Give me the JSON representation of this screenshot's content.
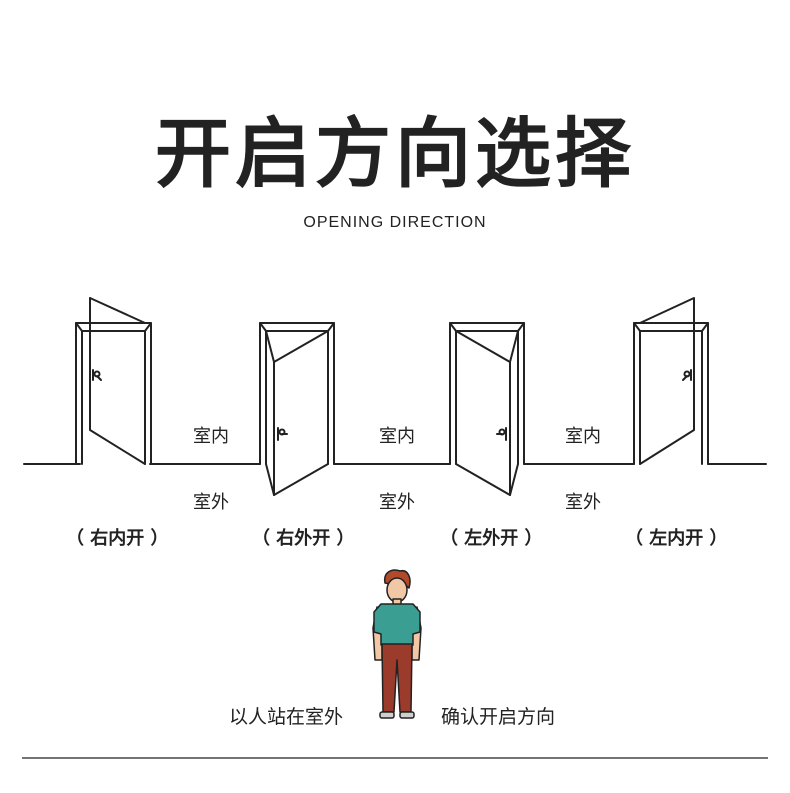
{
  "title": "开启方向选择",
  "subtitle": "OPENING DIRECTION",
  "rooms": {
    "indoor": "室内",
    "outdoor": "室外"
  },
  "doors": [
    {
      "label": "（ 右内开 ）"
    },
    {
      "label": "（ 右外开 ）"
    },
    {
      "label": "（ 左外开 ）"
    },
    {
      "label": "（ 左内开 ）"
    }
  ],
  "caption": {
    "left": "以人站在室外",
    "right": "确认开启方向"
  },
  "colors": {
    "ink": "#222222",
    "shirt": "#3a9e93",
    "pants": "#9b3b2c",
    "hair": "#b04a2a",
    "skin": "#f2c7a5"
  }
}
